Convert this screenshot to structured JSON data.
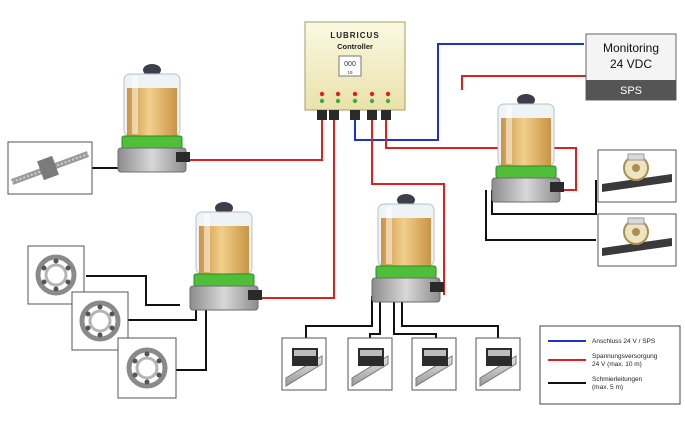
{
  "controller": {
    "brand": "LUBRICUS",
    "name": "Controller",
    "display": "000",
    "display_sub": "19"
  },
  "monitoring": {
    "line1": "Monitoring",
    "line2": "24 VDC",
    "footer": "SPS"
  },
  "legend": {
    "items": [
      {
        "label": "Anschluss 24 V / SPS",
        "color": "#1f2fd0"
      },
      {
        "label": "Spannungsversorgung",
        "label2": "24 V (max. 10 m)",
        "color": "#e0201c"
      },
      {
        "label": "Schmierleitungen",
        "label2": "(max. 5 m)",
        "color": "#111111"
      }
    ]
  },
  "colors": {
    "power": "#e0201c",
    "signal": "#1f2fd0",
    "lube": "#111111",
    "pump_base": "#4fbf3a",
    "grease": "#e7b96a",
    "controller_body": "#f6f2c8"
  },
  "components": {
    "pumps": [
      "lubricator-pump",
      "lubricator-pump",
      "lubricator-pump",
      "lubricator-pump"
    ],
    "consumers": [
      "ball-screw",
      "ball-bearing",
      "linear-guide-carriage",
      "chain-sprocket"
    ]
  }
}
